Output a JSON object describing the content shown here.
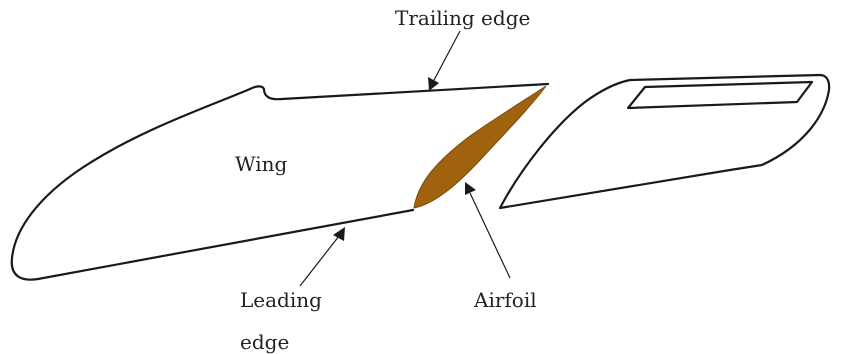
{
  "labels": {
    "trailing_edge": "Trailing edge",
    "wing": "Wing",
    "leading_edge_line1": "Leading",
    "leading_edge_line2": "edge",
    "airfoil": "Airfoil"
  },
  "colors": {
    "outline": "#1a1a1a",
    "airfoil_fill": "#a0620f",
    "airfoil_stroke": "#7a4a0a",
    "background": "#ffffff"
  }
}
